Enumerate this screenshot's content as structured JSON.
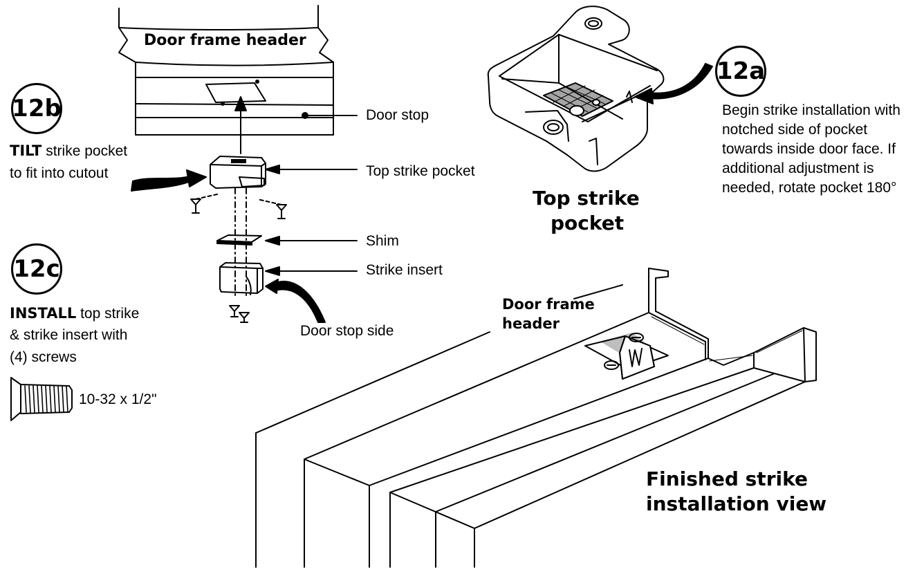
{
  "callouts": {
    "door_frame_header": "Door frame header",
    "door_stop": "Door stop",
    "top_strike_pocket": "Top strike pocket",
    "shim": "Shim",
    "strike_insert": "Strike insert",
    "door_stop_side": "Door stop side"
  },
  "step_12a": {
    "badge": "12a",
    "lines": [
      "Begin strike installation with",
      "notched side of pocket",
      "towards inside door face. If",
      "additional adjustment is",
      "needed, rotate pocket 180°"
    ]
  },
  "step_12b": {
    "badge": "12b",
    "verb": "TILT",
    "line1_rest": " strike pocket",
    "line2": "to fit into cutout"
  },
  "step_12c": {
    "badge": "12c",
    "verb": "INSTALL",
    "line1_rest": " top strike",
    "line2": "& strike insert with",
    "line3": "(4) screws",
    "screw_spec": "10-32 x 1/2\""
  },
  "pocket_detail": {
    "title_line1": "Top strike",
    "title_line2": "pocket"
  },
  "finished_view": {
    "header_line1": "Door frame",
    "header_line2": "header",
    "title_line1": "Finished strike",
    "title_line2": "installation view"
  },
  "colors": {
    "ink": "#000000",
    "paper": "#ffffff"
  }
}
